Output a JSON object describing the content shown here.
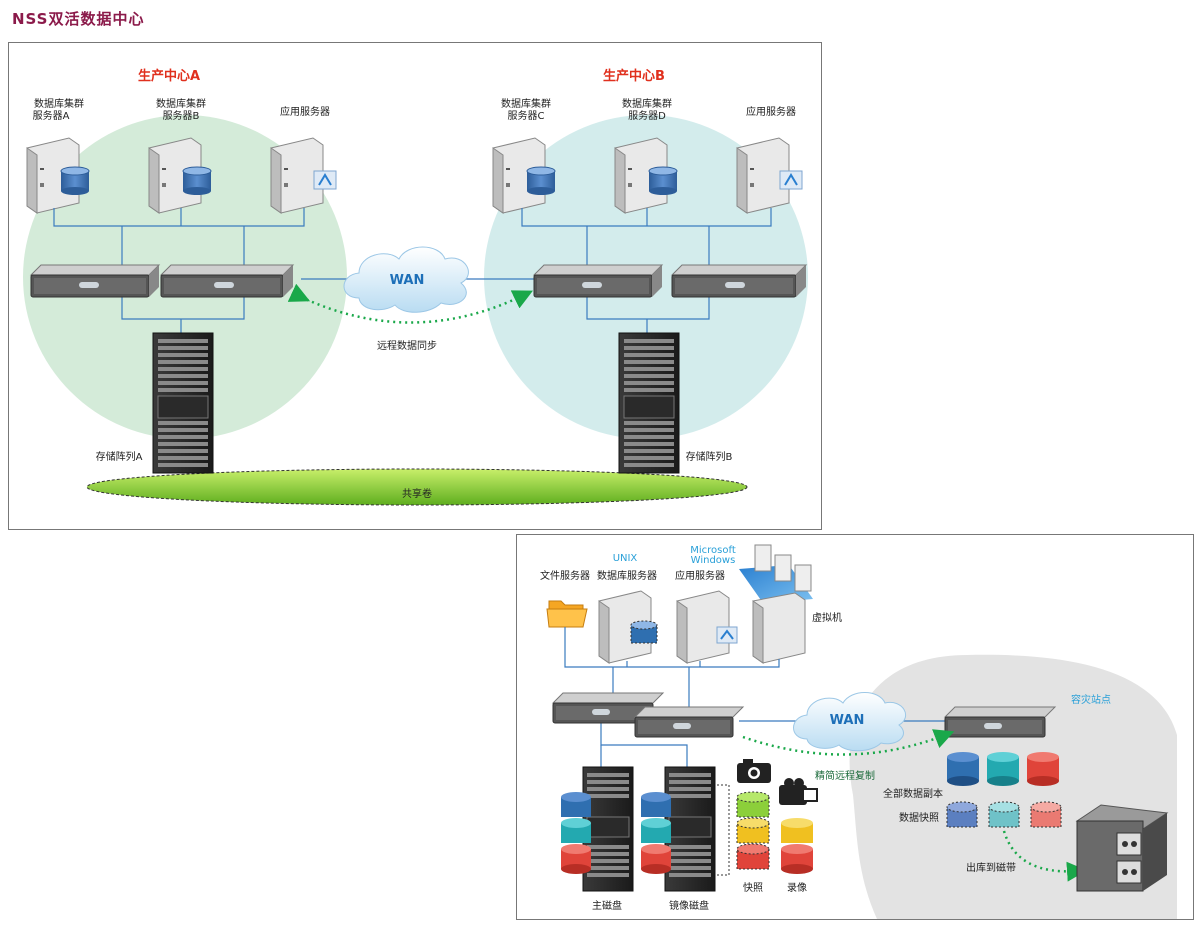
{
  "page_title": "NSS双活数据中心",
  "diagram_a": {
    "site_a_title": "生产中心A",
    "site_b_title": "生产中心B",
    "db_a_line1": "数据库集群",
    "db_a_line2": "服务器A",
    "db_b_line1": "数据库集群",
    "db_b_line2": "服务器B",
    "app_a": "应用服务器",
    "db_c_line1": "数据库集群",
    "db_c_line2": "服务器C",
    "db_d_line1": "数据库集群",
    "db_d_line2": "服务器D",
    "app_b": "应用服务器",
    "wan": "WAN",
    "sync": "远程数据同步",
    "storage_a": "存储阵列A",
    "storage_b": "存储阵列B",
    "shared_volume": "共享卷"
  },
  "diagram_b": {
    "file_server": "文件服务器",
    "unix": "UNIX",
    "db_server": "数据库服务器",
    "ms_line1": "Microsoft",
    "ms_line2": "Windows",
    "app_server": "应用服务器",
    "vm": "虚拟机",
    "wan": "WAN",
    "dr_site": "容灾站点",
    "lean_replication": "精简远程复制",
    "full_copy": "全部数据副本",
    "snapshot_data": "数据快照",
    "tape": "出库到磁带",
    "primary_disk": "主磁盘",
    "mirror_disk": "镜像磁盘",
    "snapshot": "快照",
    "record": "录像"
  },
  "colors": {
    "site_a_circle": "#d4ebd9",
    "site_b_circle": "#d3ecec",
    "dr_bubble": "#e3e3e3",
    "sync_arrow": "#1aa84a",
    "link_line": "#3a7bbf",
    "shared_volume": "#8ccf3a",
    "disk_blue": "#2f6fb0",
    "disk_teal": "#23a9b0",
    "disk_red": "#e0443a",
    "disk_green": "#8ccf3a",
    "disk_yellow": "#f0c020"
  }
}
